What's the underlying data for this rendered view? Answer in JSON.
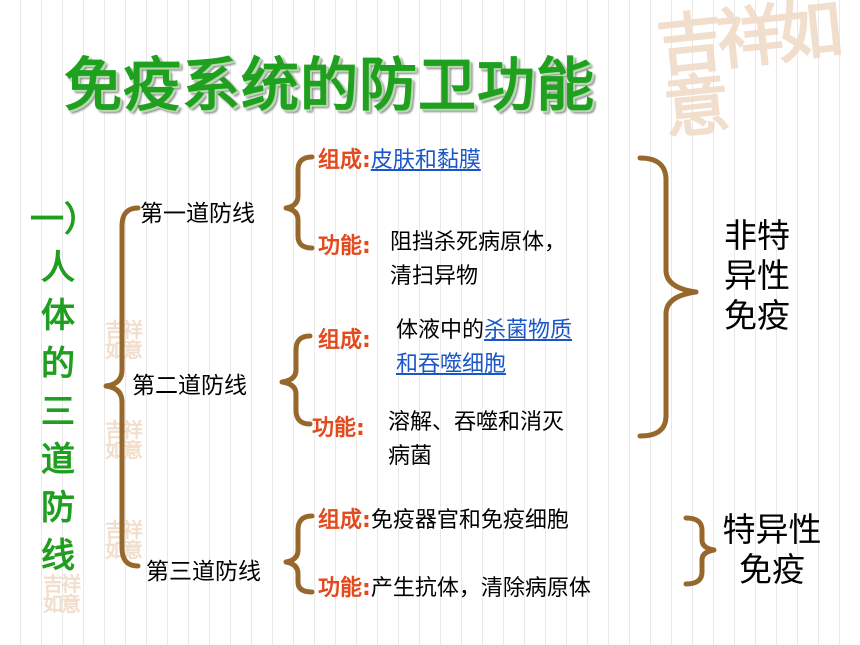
{
  "title": "免疫系统的防卫功能",
  "side_title_chars": [
    "一）",
    "人",
    "体",
    "的",
    "三",
    "道",
    "防",
    "线"
  ],
  "seal_chars": "吉祥如意",
  "lines": [
    {
      "name": "第一道防线",
      "composition_key": "组成:",
      "composition": "皮肤和黏膜",
      "function_key": "功能:",
      "function_lines": [
        "阻挡杀死病原体，",
        "清扫异物"
      ]
    },
    {
      "name": "第二道防线",
      "composition_key": "组成:",
      "composition_plain": "体液中的",
      "composition_link_1": "杀菌物质",
      "composition_link_2": "和吞噬细胞",
      "function_key": "功能:",
      "function_lines": [
        "溶解、吞噬和消灭",
        "病菌"
      ]
    },
    {
      "name": "第三道防线",
      "composition_key": "组成:",
      "composition": "免疫器官和免疫细胞",
      "function_key": "功能:",
      "function_lines": [
        "产生抗体，清除病原体"
      ]
    }
  ],
  "nonspecific": [
    "非特",
    "异性",
    "免疫"
  ],
  "specific": [
    "特异性",
    "免疫"
  ],
  "colors": {
    "title": "#1fa01f",
    "key": "#e34a1e",
    "link": "#1a56c9",
    "brace": "#96682b"
  }
}
